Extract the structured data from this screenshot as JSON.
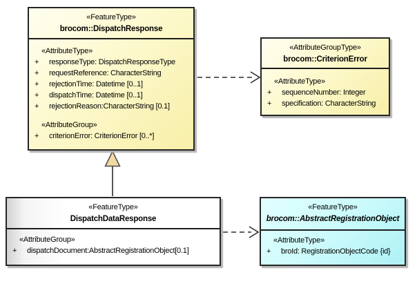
{
  "diagram_title": "UML class diagram: brocom DispatchResponse model",
  "colors": {
    "feature_type_fill": "#FDF9CD",
    "plain_class_fill": "#FFFFFF",
    "abstract_class_fill": "#CCFBFC",
    "border": "#252525",
    "shadow": "#B5B5B5",
    "generalization_arrow_fill": "#F0D9A2"
  },
  "classes": {
    "dispatchResponse": {
      "stereotype": "«FeatureType»",
      "name": "brocom::DispatchResponse",
      "section1Label": "«AttributeType»",
      "attrs1": [
        {
          "vis": "+",
          "text": "responseType: DispatchResponseType"
        },
        {
          "vis": "+",
          "text": "requestReference: CharacterString"
        },
        {
          "vis": "+",
          "text": "rejectionTime: Datetime [0..1]"
        },
        {
          "vis": "+",
          "text": "dispatchTime: Datetime [0..1]"
        },
        {
          "vis": "+",
          "text": "rejectionReason:CharacterString [0.1]"
        }
      ],
      "section2Label": "«AttributeGroup»",
      "attrs2": [
        {
          "vis": "+",
          "text": "criterionError: CriterionError [0..*]"
        }
      ]
    },
    "criterionError": {
      "stereotype": "«AttributeGroupType»",
      "name": "brocom::CriterionError",
      "sectionLabel": "«AttributeType»",
      "attrs": [
        {
          "vis": "+",
          "text": "sequenceNumber: Integer"
        },
        {
          "vis": "+",
          "text": "specification: CharacterString"
        }
      ]
    },
    "dispatchDataResponse": {
      "stereotype": "«FeatureType»",
      "name": "DispatchDataResponse",
      "sectionLabel": "«AttributeGroup»",
      "attrs": [
        {
          "vis": "+",
          "text": "dispatchDocument:AbstractRegistrationObject[0.1]"
        }
      ]
    },
    "abstractRegistrationObject": {
      "stereotype": "«FeatureType»",
      "name": "brocom::AbstractRegistrationObject",
      "sectionLabel": "«AttributeType»",
      "attrs": [
        {
          "vis": "+",
          "text": "broId: RegistrationObjectCode {id}"
        }
      ]
    }
  },
  "relationships": [
    {
      "type": "dependency-dashed-open-arrow",
      "from": "brocom::DispatchResponse",
      "to": "brocom::CriterionError"
    },
    {
      "type": "generalization-triangle-arrow",
      "from": "DispatchDataResponse",
      "to": "brocom::DispatchResponse"
    },
    {
      "type": "dependency-dashed-open-arrow",
      "from": "DispatchDataResponse",
      "to": "brocom::AbstractRegistrationObject"
    }
  ]
}
